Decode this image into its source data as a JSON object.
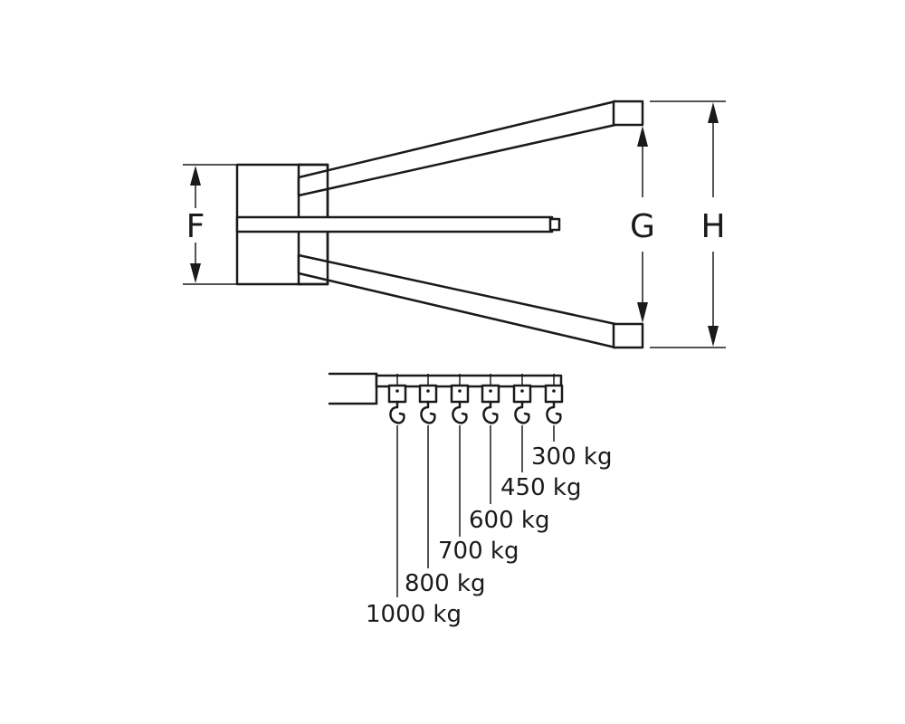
{
  "dimensions": {
    "F": "F",
    "G": "G",
    "H": "H"
  },
  "capacities": [
    {
      "label": "300 kg"
    },
    {
      "label": "450 kg"
    },
    {
      "label": "600 kg"
    },
    {
      "label": "700 kg"
    },
    {
      "label": "800 kg"
    },
    {
      "label": "1000 kg"
    }
  ],
  "colors": {
    "line": "#1a1a1a",
    "background": "#ffffff"
  }
}
